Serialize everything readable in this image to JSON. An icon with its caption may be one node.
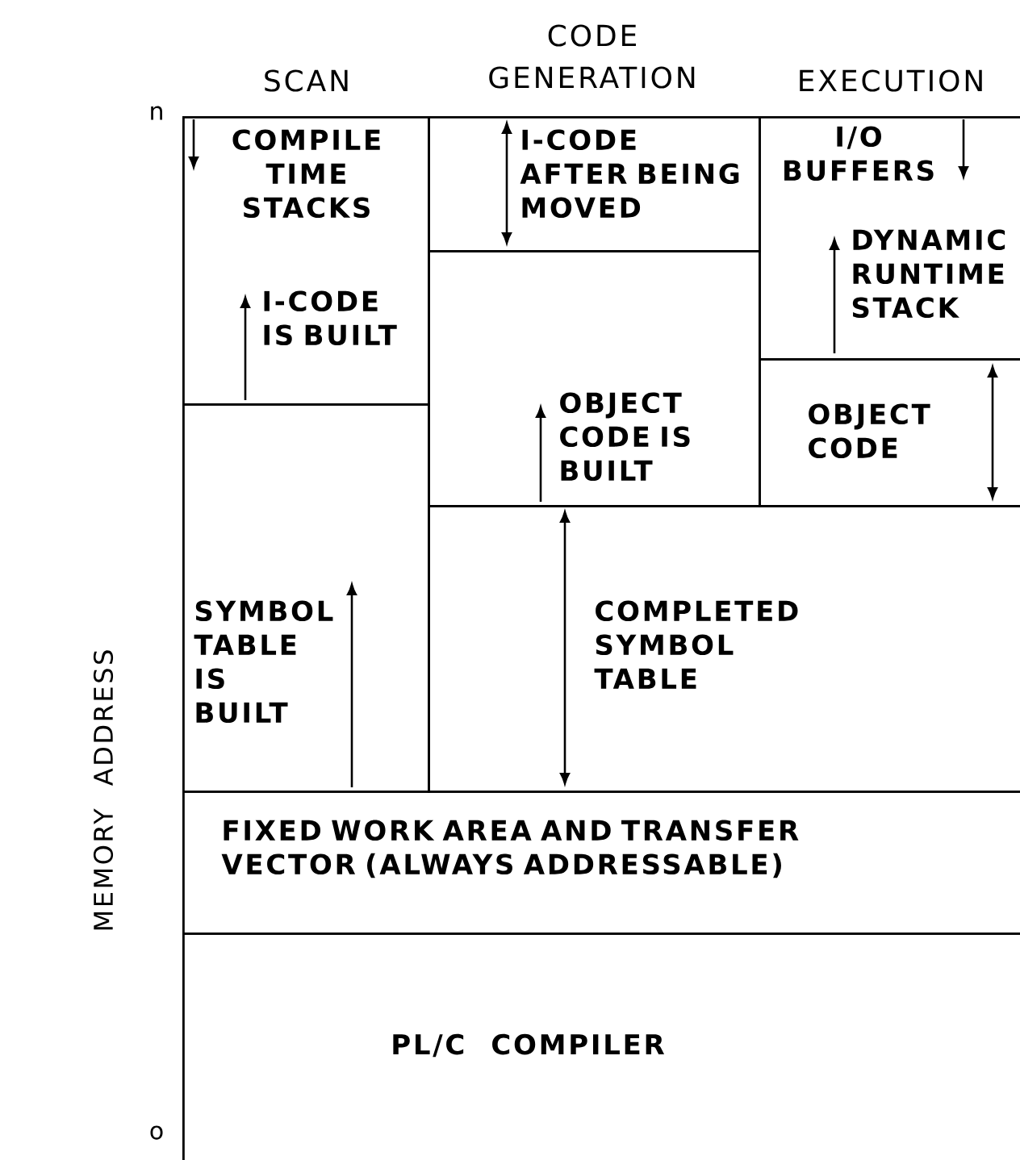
{
  "diagram": {
    "nodes": [
      {
        "text": [
          "COMPILE TIME STACKS",
          "I-CODE IS BUILT"
        ]
      },
      {
        "text": [
          "I-CODE AFTER BEING MOVED"
        ]
      },
      {
        "text": [
          "I/O BUFFERS",
          "DYNAMIC RUNTIME STACK"
        ]
      },
      {
        "text": [
          "OBJECT CODE IS BUILT"
        ]
      },
      {
        "text": [
          "OBJECT CODE"
        ]
      },
      {
        "text": [
          "SYMBOL TABLE IS BUILT"
        ]
      },
      {
        "text": [
          "COMPLETED SYMBOL TABLE"
        ]
      },
      {
        "text": [
          "FIXED WORK AREA AND TRANSFER VECTOR (ALWAYS ADDRESSABLE)"
        ]
      },
      {
        "text": [
          "PL/C COMPILER"
        ]
      }
    ],
    "labels": [
      "CODE GENERATION",
      "SCAN",
      "EXECUTION",
      "n",
      "MEMORY ADDRESS",
      "o"
    ]
  }
}
